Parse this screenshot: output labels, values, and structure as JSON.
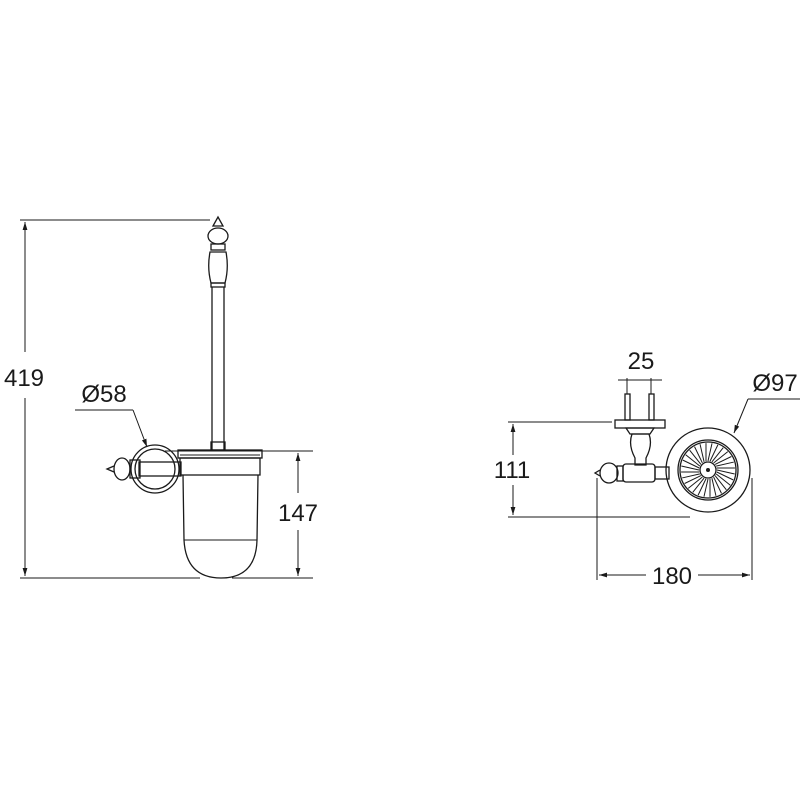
{
  "drawing": {
    "front_view": {
      "total_height_label": "419",
      "holder_ring_diameter_label": "Ø58",
      "cup_height_label": "147"
    },
    "side_view": {
      "screw_spacing_label": "25",
      "cup_diameter_label": "Ø97",
      "mount_height_label": "111",
      "projection_label": "180"
    },
    "line_color": "#1a1a1a"
  }
}
